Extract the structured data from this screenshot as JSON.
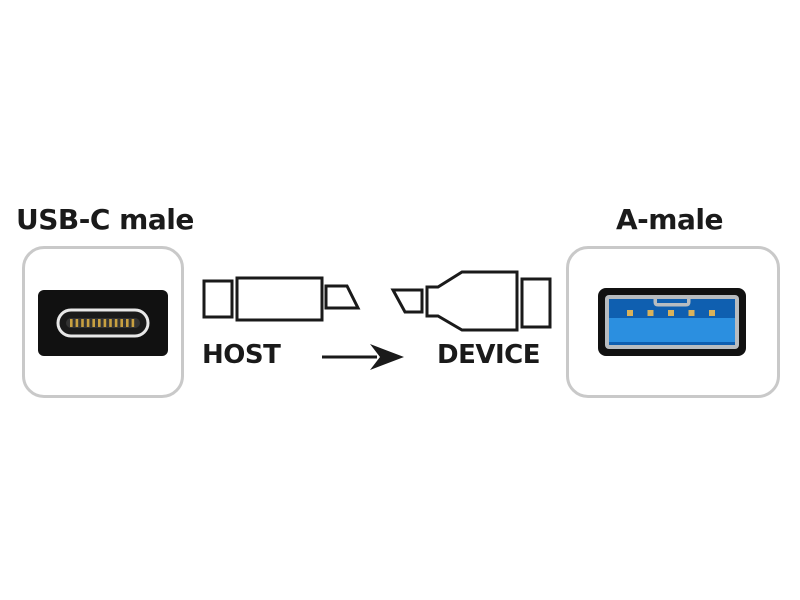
{
  "left_connector": {
    "title": "USB-C male",
    "icon": "usb-c-port-icon",
    "body_color": "#111111",
    "pin_color": "#c8a040"
  },
  "right_connector": {
    "title": "A-male",
    "icon": "usb-a-port-icon",
    "body_color": "#111111",
    "insert_color": "#1e7fd0",
    "pin_color": "#d9b25a"
  },
  "flow": {
    "host_label": "HOST",
    "device_label": "DEVICE",
    "arrow_icon": "right-arrow-icon",
    "host_plug_icon": "usb-c-plug-outline-icon",
    "device_plug_icon": "usb-a-plug-outline-icon"
  }
}
